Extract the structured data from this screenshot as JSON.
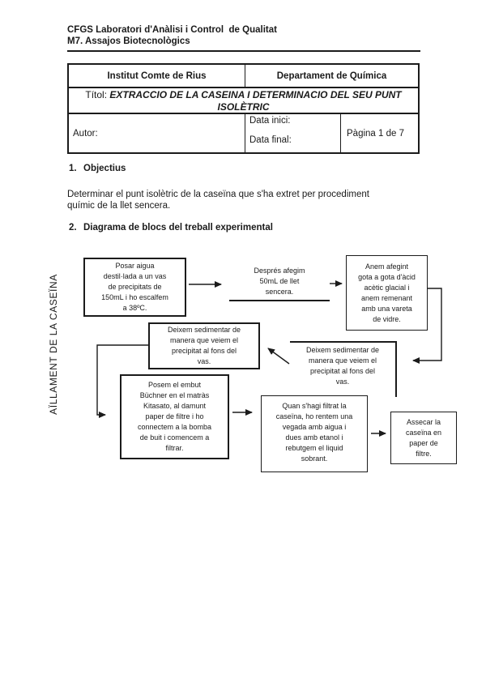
{
  "header": {
    "line1": "CFGS Laboratori d'Anàlisi i Control  de Qualitat",
    "line2": "M7. Assajos Biotecnològics"
  },
  "info_table": {
    "institution": "Institut Comte de Rius",
    "department": "Departament de Química",
    "title_label": "Títol:",
    "title_text": "EXTRACCIO DE LA CASEINA I DETERMINACIO DEL SEU PUNT\nISOLÈTRIC",
    "author_label": "Autor:",
    "date_start_label": "Data inici:",
    "date_end_label": "Data final:",
    "page_indicator": "Pàgina 1 de 7"
  },
  "section_objectius": {
    "number": "1.",
    "heading": "Objectius",
    "body": "Determinar el punt isolètric de la caseïna que s'ha extret per procediment\nquímic de la llet sencera."
  },
  "section_diagrama": {
    "number": "2.",
    "heading": "Diagrama de blocs del treball experimental"
  },
  "diagram": {
    "side_label": "AÏLLAMENT DE LA CASEÏNA",
    "boxes": {
      "b1": "Posar aigua\ndestil·lada a un vas\nde precipitats de\n150mL i ho escalfem\na 38ºC.",
      "b2": "Després afegim\n50mL de llet\nsencera.",
      "b3": "Anem afegint\ngota a gota d'àcid\nacètic glacial i\nanem remenant\namb una vareta\nde vidre.",
      "b4": "Deixem sedimentar de\nmanera que veiem el\nprecipitat al fons del\nvas.",
      "b5": "Deixem sedimentar de\nmanera que veiem el\nprecipitat al fons del\nvas.",
      "b6": "Posem el embut\nBüchner en el matràs\nKitasato, al damunt\npaper de filtre i ho\nconnectem a la bomba\nde buit i comencem a\nfiltrar.",
      "b7": "Quan s'hagi filtrat la\ncaseïna, ho rentem una\nvegada amb aigua i\ndues amb etanol i\nrebutgem el liquid\nsobrant.",
      "b8": "Assecar la\ncaseïna en\npaper de\nfiltre."
    }
  },
  "colors": {
    "text": "#1a1a1a",
    "border": "#1b1b1b",
    "background": "#ffffff"
  }
}
